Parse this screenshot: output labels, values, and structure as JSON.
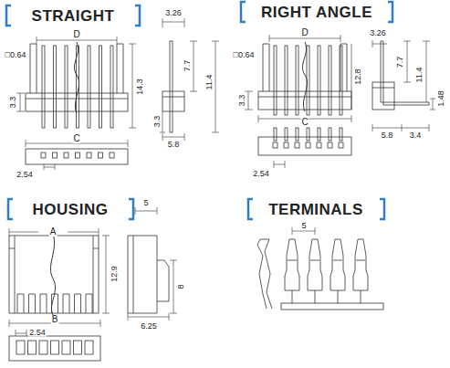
{
  "diagram": {
    "labels": [
      "STRAIGHT",
      "D",
      "□0.64",
      "3.3",
      "C",
      "2.54",
      "3.26",
      "7.7",
      "11.4",
      "3.3",
      "5.8",
      "14.3",
      "RIGHT ANGLE",
      "D",
      "□0.64",
      "3.3",
      "12.8",
      "C",
      "2.54",
      "3.26",
      "7.7",
      "11.4",
      "1.48",
      "5.8",
      "3.4",
      "HOUSING",
      "A",
      "12.9",
      "5",
      "8",
      "6.25",
      "B",
      "2.54",
      "TERMINALS",
      "5"
    ]
  }
}
